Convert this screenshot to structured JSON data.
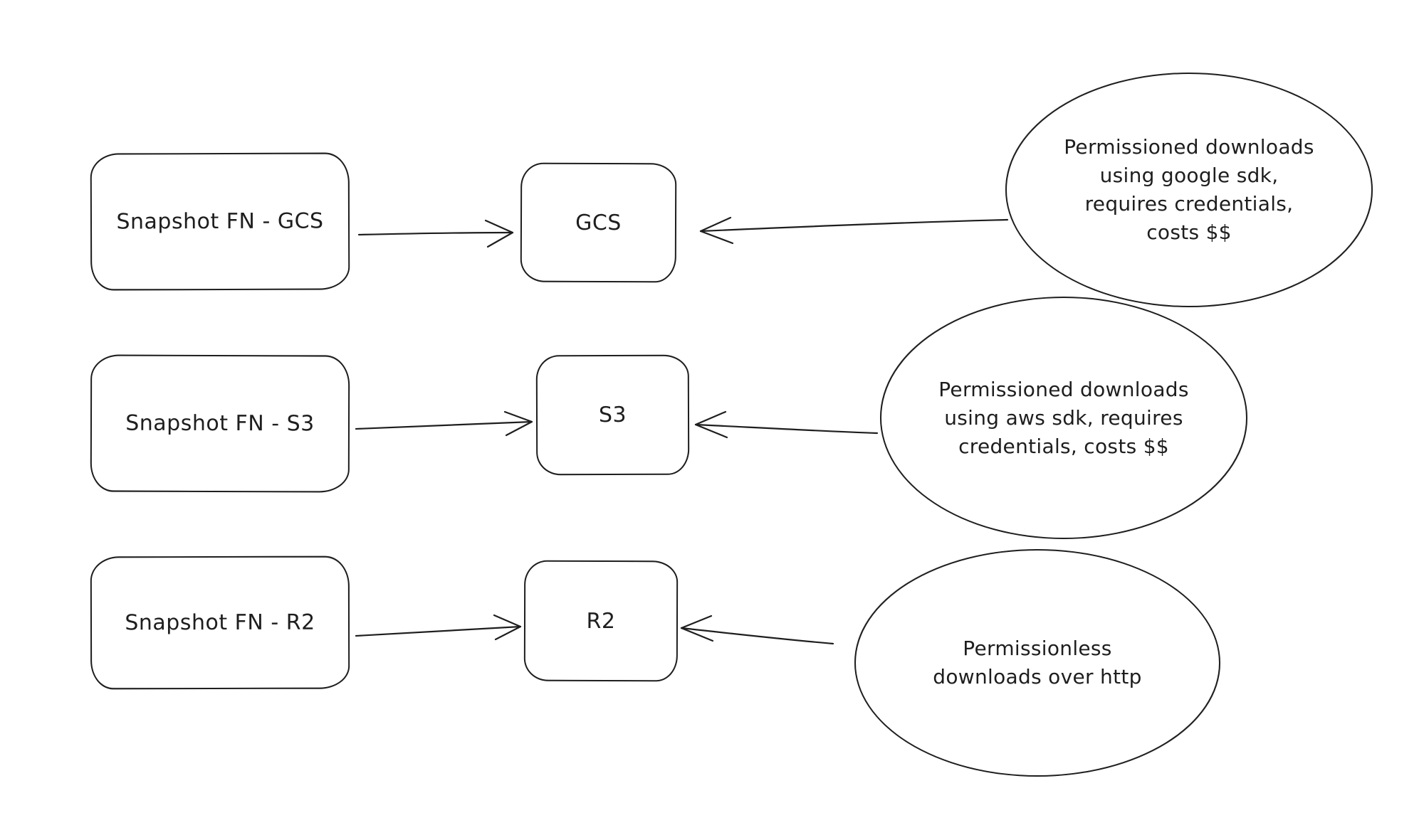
{
  "colors": {
    "background": "#ffffff",
    "stroke": "#1e1e1e",
    "text": "#1e1e1e"
  },
  "diagram": {
    "rows": [
      {
        "snapshot_label": "Snapshot FN - GCS",
        "storage_label": "GCS",
        "note": "Permissioned downloads\nusing google sdk,\nrequires credentials,\ncosts $$"
      },
      {
        "snapshot_label": "Snapshot FN - S3",
        "storage_label": "S3",
        "note": "Permissioned downloads\nusing aws sdk, requires\ncredentials, costs $$"
      },
      {
        "snapshot_label": "Snapshot FN - R2",
        "storage_label": "R2",
        "note": "Permissionless\ndownloads over http"
      }
    ]
  }
}
